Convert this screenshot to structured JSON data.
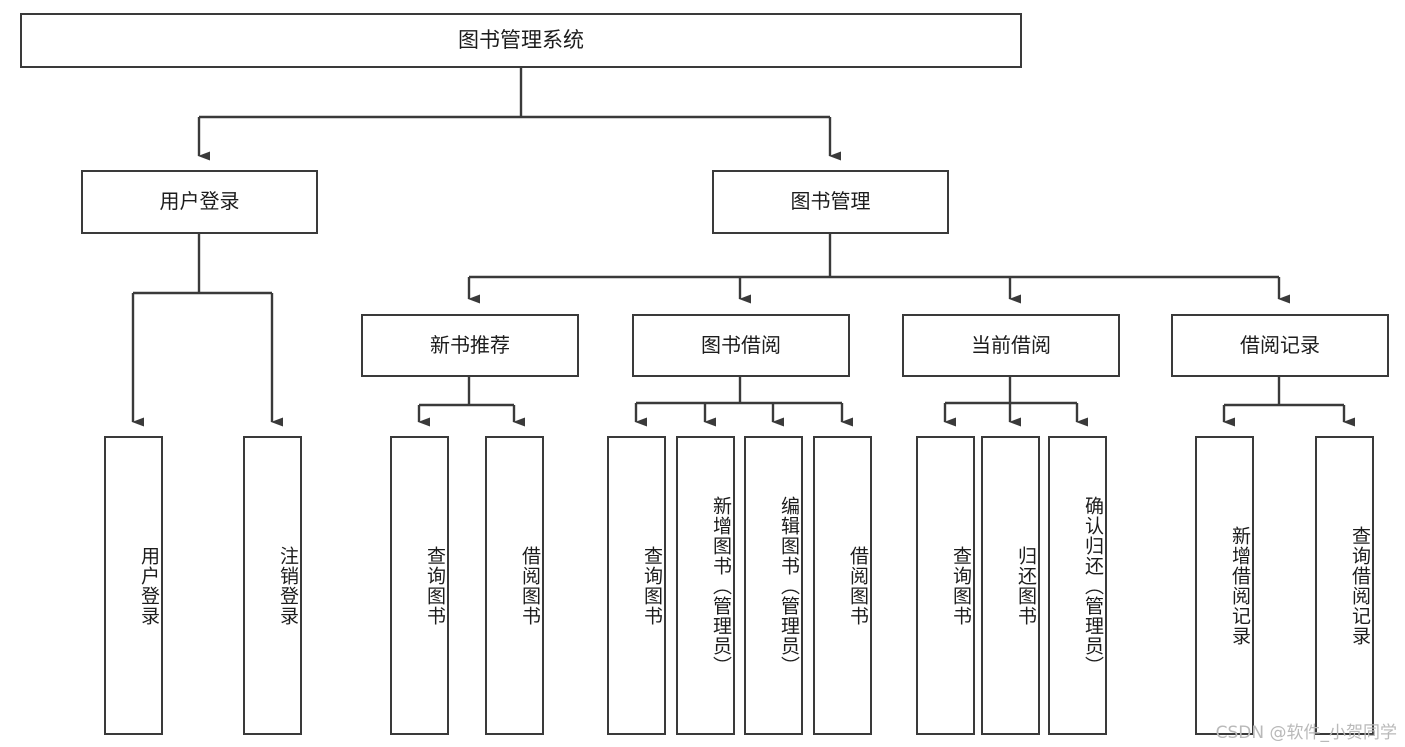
{
  "diagram": {
    "title": "图书管理系统",
    "type": "tree-hierarchy-diagram",
    "colors": {
      "box_border": "#3a3a3a",
      "box_fill": "#ffffff",
      "connector": "#3a3a3a",
      "text": "#1c1c1c",
      "watermark": "#b9b9b9",
      "background": "#ffffff"
    },
    "root": {
      "label": "图书管理系统"
    },
    "level1": [
      {
        "label": "用户登录"
      },
      {
        "label": "图书管理"
      }
    ],
    "level2": [
      {
        "label": "新书推荐"
      },
      {
        "label": "图书借阅"
      },
      {
        "label": "当前借阅"
      },
      {
        "label": "借阅记录"
      }
    ],
    "leaves": {
      "user_login": [
        {
          "label": "用户登录"
        },
        {
          "label": "注销登录"
        }
      ],
      "new_book_recommend": [
        {
          "label": "查询图书"
        },
        {
          "label": "借阅图书"
        }
      ],
      "book_borrow": [
        {
          "label": "查询图书"
        },
        {
          "label": "新增图书（管理员）"
        },
        {
          "label": "编辑图书（管理员）"
        },
        {
          "label": "借阅图书"
        }
      ],
      "current_borrow": [
        {
          "label": "查询图书"
        },
        {
          "label": "归还图书"
        },
        {
          "label": "确认归还（管理员）"
        }
      ],
      "borrow_record": [
        {
          "label": "新增借阅记录"
        },
        {
          "label": "查询借阅记录"
        }
      ]
    }
  },
  "watermark": {
    "text": "CSDN @软件_小贺同学"
  }
}
